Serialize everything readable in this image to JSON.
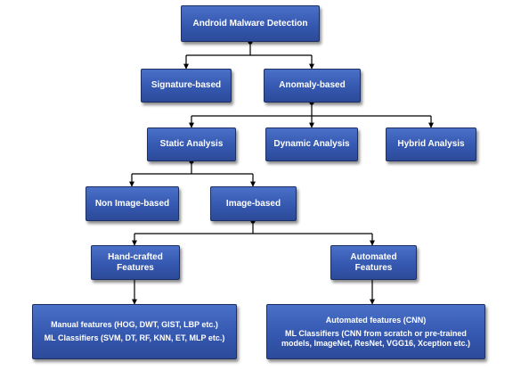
{
  "diagram": {
    "root": "Android Malware Detection",
    "level1": {
      "signature": "Signature-based",
      "anomaly": "Anomaly-based"
    },
    "level2": {
      "static": "Static Analysis",
      "dynamic": "Dynamic Analysis",
      "hybrid": "Hybrid Analysis"
    },
    "level3": {
      "non_image": "Non Image-based",
      "image": "Image-based"
    },
    "level4": {
      "handcrafted": [
        "Hand-crafted",
        "Features"
      ],
      "automated": [
        "Automated",
        "Features"
      ]
    },
    "leaves": {
      "manual": [
        "Manual features  (HOG, DWT, GIST, LBP etc.)",
        "ML Classifiers (SVM, DT, RF, KNN, ET, MLP etc.)"
      ],
      "cnn": [
        "Automated features  (CNN)",
        "ML Classifiers (CNN from scratch or pre-trained",
        "models, ImageNet, ResNet, VGG16, Xception etc.)"
      ]
    },
    "colors": {
      "box_fill": "#3a5fb8",
      "box_border": "#1c2f63",
      "connector": "#000000",
      "text": "#ffffff"
    }
  }
}
